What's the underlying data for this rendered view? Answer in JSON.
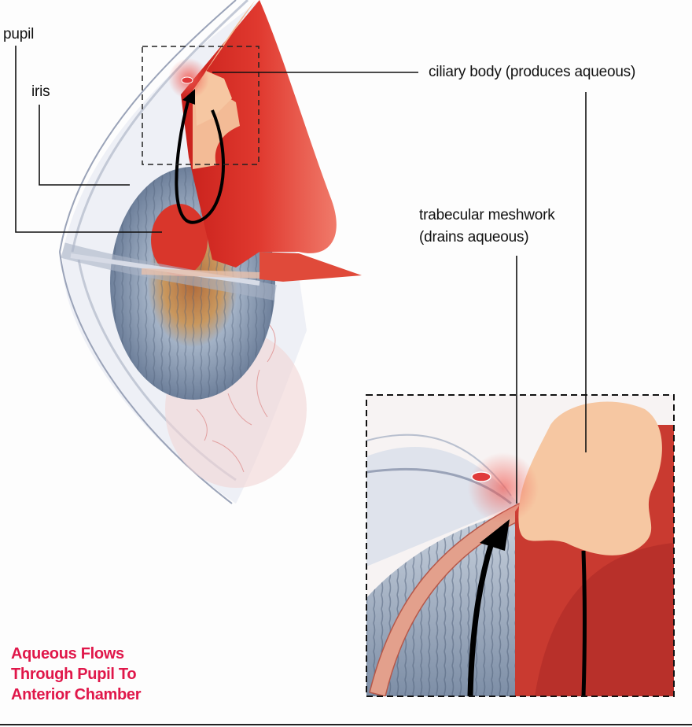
{
  "labels": {
    "pupil": "pupil",
    "iris": "iris",
    "ciliary_body": "ciliary body (produces aqueous)",
    "trabecular_line1": "trabecular meshwork",
    "trabecular_line2": "(drains aqueous)"
  },
  "title": {
    "line1": "Aqueous Flows",
    "line2": "Through Pupil To",
    "line3": "Anterior Chamber"
  },
  "colors": {
    "title": "#e0174a",
    "tissue_red": "#d9362b",
    "ciliary_peach": "#f6c7a2",
    "iris_blue": "#8a9bb4"
  }
}
